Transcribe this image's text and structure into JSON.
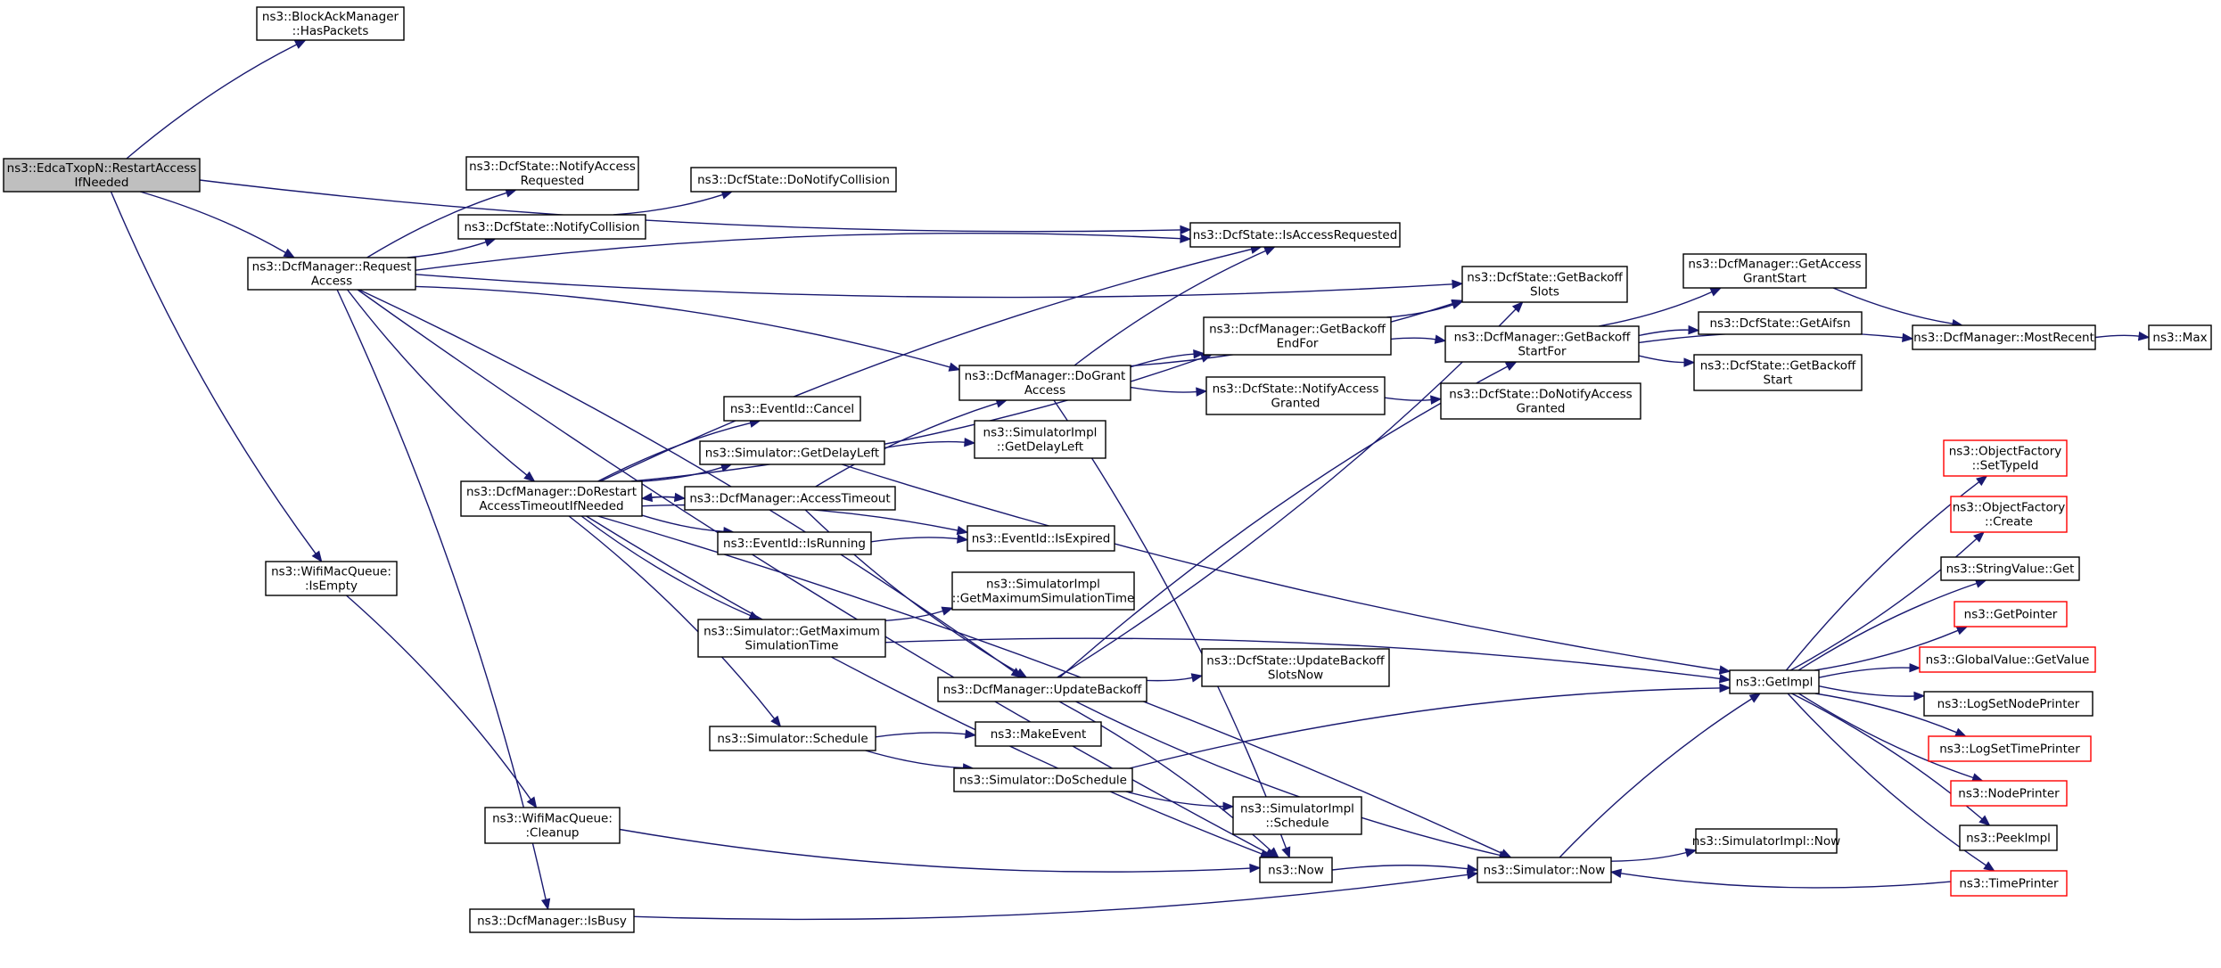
{
  "colors": {
    "edge": "#191970",
    "node_border": "#000000",
    "missing_border": "#ff0000",
    "root_fill": "#bfbfbf",
    "node_fill": "#ffffff"
  },
  "nodes": [
    {
      "id": "restart",
      "lines": [
        "ns3::EdcaTxopN::RestartAccess",
        "IfNeeded"
      ],
      "kind": "root"
    },
    {
      "id": "hasPackets",
      "lines": [
        "ns3::BlockAckManager",
        "::HasPackets"
      ],
      "kind": "normal"
    },
    {
      "id": "requestAccess",
      "lines": [
        "ns3::DcfManager::Request",
        "Access"
      ],
      "kind": "normal"
    },
    {
      "id": "wifiIsEmpty",
      "lines": [
        "ns3::WifiMacQueue:",
        ":IsEmpty"
      ],
      "kind": "normal"
    },
    {
      "id": "notifyAccessRequested",
      "lines": [
        "ns3::DcfState::NotifyAccess",
        "Requested"
      ],
      "kind": "normal"
    },
    {
      "id": "notifyCollision",
      "lines": [
        "ns3::DcfState::NotifyCollision"
      ],
      "kind": "normal"
    },
    {
      "id": "doNotifyCollision",
      "lines": [
        "ns3::DcfState::DoNotifyCollision"
      ],
      "kind": "normal"
    },
    {
      "id": "isAccessRequested",
      "lines": [
        "ns3::DcfState::IsAccessRequested"
      ],
      "kind": "normal"
    },
    {
      "id": "getBackoffSlots",
      "lines": [
        "ns3::DcfState::GetBackoff",
        "Slots"
      ],
      "kind": "normal"
    },
    {
      "id": "getBackoffEndFor",
      "lines": [
        "ns3::DcfManager::GetBackoff",
        "EndFor"
      ],
      "kind": "normal"
    },
    {
      "id": "getBackoffStartFor",
      "lines": [
        "ns3::DcfManager::GetBackoff",
        "StartFor"
      ],
      "kind": "normal"
    },
    {
      "id": "getAccessGrantStart",
      "lines": [
        "ns3::DcfManager::GetAccess",
        "GrantStart"
      ],
      "kind": "normal"
    },
    {
      "id": "getAifsn",
      "lines": [
        "ns3::DcfState::GetAifsn"
      ],
      "kind": "normal"
    },
    {
      "id": "getBackoffStart",
      "lines": [
        "ns3::DcfState::GetBackoff",
        "Start"
      ],
      "kind": "normal"
    },
    {
      "id": "mostRecent",
      "lines": [
        "ns3::DcfManager::MostRecent"
      ],
      "kind": "normal"
    },
    {
      "id": "max",
      "lines": [
        "ns3::Max"
      ],
      "kind": "normal"
    },
    {
      "id": "doGrantAccess",
      "lines": [
        "ns3::DcfManager::DoGrant",
        "Access"
      ],
      "kind": "normal"
    },
    {
      "id": "notifyAccessGranted",
      "lines": [
        "ns3::DcfState::NotifyAccess",
        "Granted"
      ],
      "kind": "normal"
    },
    {
      "id": "doNotifyAccessGranted",
      "lines": [
        "ns3::DcfState::DoNotifyAccess",
        "Granted"
      ],
      "kind": "normal"
    },
    {
      "id": "eventCancel",
      "lines": [
        "ns3::EventId::Cancel"
      ],
      "kind": "normal"
    },
    {
      "id": "getDelayLeft",
      "lines": [
        "ns3::Simulator::GetDelayLeft"
      ],
      "kind": "normal"
    },
    {
      "id": "implGetDelayLeft",
      "lines": [
        "ns3::SimulatorImpl",
        "::GetDelayLeft"
      ],
      "kind": "normal"
    },
    {
      "id": "doRestart",
      "lines": [
        "ns3::DcfManager::DoRestart",
        "AccessTimeoutIfNeeded"
      ],
      "kind": "normal"
    },
    {
      "id": "accessTimeout",
      "lines": [
        "ns3::DcfManager::AccessTimeout"
      ],
      "kind": "normal"
    },
    {
      "id": "isRunning",
      "lines": [
        "ns3::EventId::IsRunning"
      ],
      "kind": "normal"
    },
    {
      "id": "isExpired",
      "lines": [
        "ns3::EventId::IsExpired"
      ],
      "kind": "normal"
    },
    {
      "id": "implGetMaxSimTime",
      "lines": [
        "ns3::SimulatorImpl",
        "::GetMaximumSimulationTime"
      ],
      "kind": "normal"
    },
    {
      "id": "getMaxSimTime",
      "lines": [
        "ns3::Simulator::GetMaximum",
        "SimulationTime"
      ],
      "kind": "normal"
    },
    {
      "id": "updateBackoff",
      "lines": [
        "ns3::DcfManager::UpdateBackoff"
      ],
      "kind": "normal"
    },
    {
      "id": "updateBackoffSlotsNow",
      "lines": [
        "ns3::DcfState::UpdateBackoff",
        "SlotsNow"
      ],
      "kind": "normal"
    },
    {
      "id": "schedule",
      "lines": [
        "ns3::Simulator::Schedule"
      ],
      "kind": "normal"
    },
    {
      "id": "makeEvent",
      "lines": [
        "ns3::MakeEvent"
      ],
      "kind": "normal"
    },
    {
      "id": "doSchedule",
      "lines": [
        "ns3::Simulator::DoSchedule"
      ],
      "kind": "normal"
    },
    {
      "id": "implSchedule",
      "lines": [
        "ns3::SimulatorImpl",
        "::Schedule"
      ],
      "kind": "normal"
    },
    {
      "id": "cleanup",
      "lines": [
        "ns3::WifiMacQueue:",
        ":Cleanup"
      ],
      "kind": "normal"
    },
    {
      "id": "ns3Now",
      "lines": [
        "ns3::Now"
      ],
      "kind": "normal"
    },
    {
      "id": "simNow",
      "lines": [
        "ns3::Simulator::Now"
      ],
      "kind": "normal"
    },
    {
      "id": "implNow",
      "lines": [
        "ns3::SimulatorImpl::Now"
      ],
      "kind": "normal"
    },
    {
      "id": "isBusy",
      "lines": [
        "ns3::DcfManager::IsBusy"
      ],
      "kind": "normal"
    },
    {
      "id": "getImpl",
      "lines": [
        "ns3::GetImpl"
      ],
      "kind": "normal"
    },
    {
      "id": "setTypeId",
      "lines": [
        "ns3::ObjectFactory",
        "::SetTypeId"
      ],
      "kind": "missing"
    },
    {
      "id": "create",
      "lines": [
        "ns3::ObjectFactory",
        "::Create"
      ],
      "kind": "missing"
    },
    {
      "id": "stringValueGet",
      "lines": [
        "ns3::StringValue::Get"
      ],
      "kind": "normal"
    },
    {
      "id": "getPointer",
      "lines": [
        "ns3::GetPointer"
      ],
      "kind": "missing"
    },
    {
      "id": "globalGetValue",
      "lines": [
        "ns3::GlobalValue::GetValue"
      ],
      "kind": "missing"
    },
    {
      "id": "logSetNodePrinter",
      "lines": [
        "ns3::LogSetNodePrinter"
      ],
      "kind": "normal"
    },
    {
      "id": "logSetTimePrinter",
      "lines": [
        "ns3::LogSetTimePrinter"
      ],
      "kind": "missing"
    },
    {
      "id": "nodePrinter",
      "lines": [
        "ns3::NodePrinter"
      ],
      "kind": "missing"
    },
    {
      "id": "peekImpl",
      "lines": [
        "ns3::PeekImpl"
      ],
      "kind": "normal"
    },
    {
      "id": "timePrinter",
      "lines": [
        "ns3::TimePrinter"
      ],
      "kind": "missing"
    }
  ],
  "edges": [
    [
      "restart",
      "hasPackets"
    ],
    [
      "restart",
      "isAccessRequested"
    ],
    [
      "restart",
      "requestAccess"
    ],
    [
      "restart",
      "wifiIsEmpty"
    ],
    [
      "requestAccess",
      "notifyAccessRequested"
    ],
    [
      "requestAccess",
      "notifyCollision"
    ],
    [
      "requestAccess",
      "isAccessRequested"
    ],
    [
      "requestAccess",
      "getBackoffSlots"
    ],
    [
      "requestAccess",
      "doGrantAccess"
    ],
    [
      "requestAccess",
      "doRestart"
    ],
    [
      "requestAccess",
      "updateBackoff"
    ],
    [
      "requestAccess",
      "ns3Now"
    ],
    [
      "requestAccess",
      "isBusy"
    ],
    [
      "notifyCollision",
      "doNotifyCollision"
    ],
    [
      "doGrantAccess",
      "isAccessRequested"
    ],
    [
      "doGrantAccess",
      "getBackoffSlots"
    ],
    [
      "doGrantAccess",
      "getBackoffEndFor"
    ],
    [
      "doGrantAccess",
      "notifyAccessGranted"
    ],
    [
      "doGrantAccess",
      "ns3Now"
    ],
    [
      "getBackoffEndFor",
      "getBackoffSlots"
    ],
    [
      "getBackoffEndFor",
      "getBackoffStartFor"
    ],
    [
      "getBackoffStartFor",
      "getAccessGrantStart"
    ],
    [
      "getBackoffStartFor",
      "getAifsn"
    ],
    [
      "getBackoffStartFor",
      "getBackoffStart"
    ],
    [
      "getBackoffStartFor",
      "mostRecent"
    ],
    [
      "getAccessGrantStart",
      "mostRecent"
    ],
    [
      "mostRecent",
      "max"
    ],
    [
      "notifyAccessGranted",
      "doNotifyAccessGranted"
    ],
    [
      "doRestart",
      "isAccessRequested"
    ],
    [
      "doRestart",
      "getBackoffEndFor"
    ],
    [
      "doRestart",
      "eventCancel"
    ],
    [
      "doRestart",
      "getDelayLeft"
    ],
    [
      "doRestart",
      "accessTimeout"
    ],
    [
      "doRestart",
      "isRunning"
    ],
    [
      "doRestart",
      "isExpired"
    ],
    [
      "doRestart",
      "getMaxSimTime"
    ],
    [
      "doRestart",
      "schedule"
    ],
    [
      "doRestart",
      "ns3Now"
    ],
    [
      "doRestart",
      "simNow"
    ],
    [
      "accessTimeout",
      "doRestart"
    ],
    [
      "accessTimeout",
      "doGrantAccess"
    ],
    [
      "accessTimeout",
      "updateBackoff"
    ],
    [
      "getDelayLeft",
      "implGetDelayLeft"
    ],
    [
      "getDelayLeft",
      "getImpl"
    ],
    [
      "isRunning",
      "isExpired"
    ],
    [
      "getMaxSimTime",
      "implGetMaxSimTime"
    ],
    [
      "getMaxSimTime",
      "getImpl"
    ],
    [
      "updateBackoff",
      "getBackoffSlots"
    ],
    [
      "updateBackoff",
      "getBackoffStartFor"
    ],
    [
      "updateBackoff",
      "updateBackoffSlotsNow"
    ],
    [
      "updateBackoff",
      "ns3Now"
    ],
    [
      "updateBackoff",
      "simNow"
    ],
    [
      "schedule",
      "makeEvent"
    ],
    [
      "schedule",
      "doSchedule"
    ],
    [
      "doSchedule",
      "getImpl"
    ],
    [
      "doSchedule",
      "implSchedule"
    ],
    [
      "wifiIsEmpty",
      "cleanup"
    ],
    [
      "cleanup",
      "ns3Now"
    ],
    [
      "ns3Now",
      "simNow"
    ],
    [
      "isBusy",
      "simNow"
    ],
    [
      "simNow",
      "getImpl"
    ],
    [
      "simNow",
      "implNow"
    ],
    [
      "getImpl",
      "setTypeId"
    ],
    [
      "getImpl",
      "create"
    ],
    [
      "getImpl",
      "stringValueGet"
    ],
    [
      "getImpl",
      "getPointer"
    ],
    [
      "getImpl",
      "globalGetValue"
    ],
    [
      "getImpl",
      "logSetNodePrinter"
    ],
    [
      "getImpl",
      "logSetTimePrinter"
    ],
    [
      "getImpl",
      "nodePrinter"
    ],
    [
      "getImpl",
      "peekImpl"
    ],
    [
      "getImpl",
      "timePrinter"
    ],
    [
      "timePrinter",
      "simNow"
    ]
  ]
}
